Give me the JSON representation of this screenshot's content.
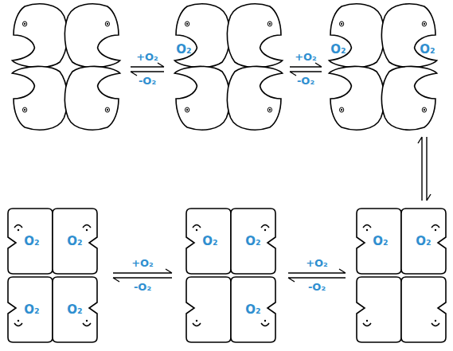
{
  "diagram": {
    "nodes": [
      {
        "text": [
          "O₂"
        ]
      },
      {
        "text": [
          "O₂"
        ]
      },
      {
        "text": [
          "O₂"
        ]
      },
      {
        "text": [
          "O₂"
        ]
      },
      {
        "text": [
          "O₂"
        ]
      },
      {
        "text": [
          "O₂"
        ]
      },
      {
        "text": [
          "O₂"
        ]
      },
      {
        "text": [
          "O₂"
        ]
      },
      {
        "text": [
          "O₂"
        ]
      },
      {
        "text": [
          "O₂"
        ]
      },
      {
        "text": [
          "O₂"
        ]
      },
      {
        "text": [
          "O₂"
        ]
      }
    ],
    "labels": [
      "+O₂",
      "-O₂",
      "+O₂",
      "-O₂",
      "+O₂",
      "-O₂",
      "+O₂",
      "-O₂"
    ]
  }
}
